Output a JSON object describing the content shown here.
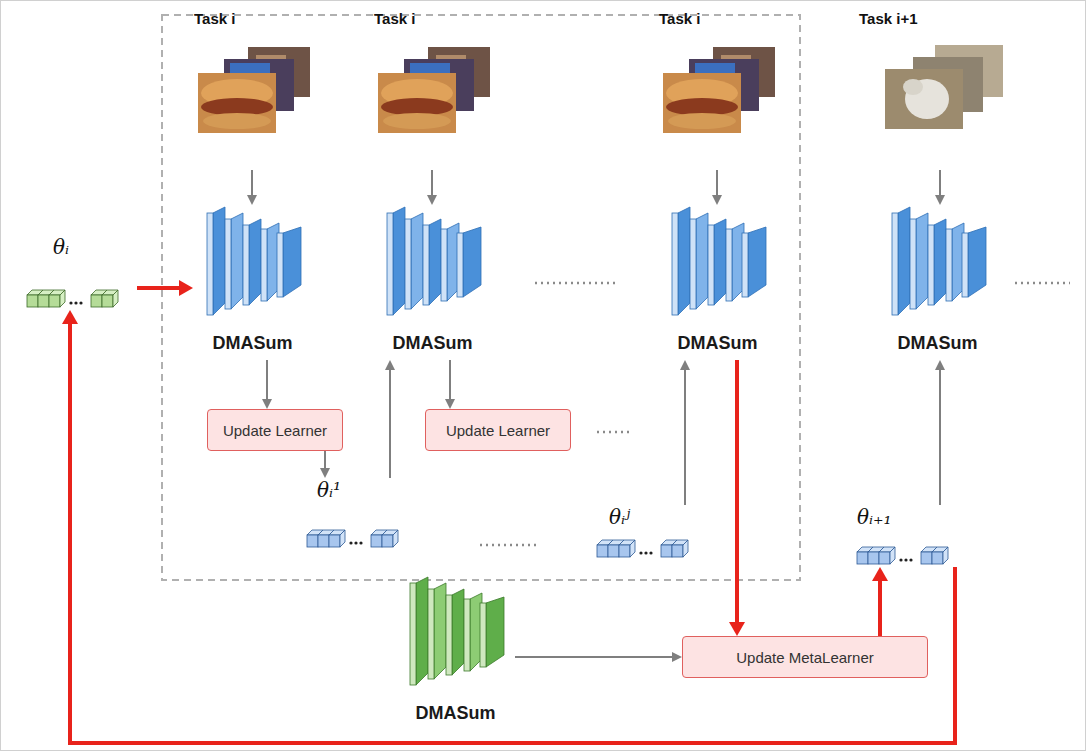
{
  "diagram": {
    "nodes": [
      {
        "text": [
          "Task i"
        ]
      },
      {
        "text": [
          "Task i"
        ]
      },
      {
        "text": [
          "Task i"
        ]
      },
      {
        "text": [
          "Task i+1"
        ]
      },
      {
        "text": [
          "θᵢ"
        ]
      },
      {
        "text": [
          "DMASum"
        ]
      },
      {
        "text": [
          "DMASum"
        ]
      },
      {
        "text": [
          "DMASum"
        ]
      },
      {
        "text": [
          "DMASum"
        ]
      },
      {
        "text": [
          "Update Learner"
        ]
      },
      {
        "text": [
          "Update Learner"
        ]
      },
      {
        "text": [
          "θᵢ¹"
        ]
      },
      {
        "text": [
          "θᵢʲ"
        ]
      },
      {
        "text": [
          "θᵢ₊₁"
        ]
      },
      {
        "text": [
          "DMASum"
        ]
      },
      {
        "text": [
          "Update MetaLearner"
        ]
      }
    ],
    "edges": [
      {
        "from": 0,
        "to": 5,
        "arrow": "to"
      },
      {
        "from": 1,
        "to": 6,
        "arrow": "to"
      },
      {
        "from": 2,
        "to": 7,
        "arrow": "to"
      },
      {
        "from": 3,
        "to": 8,
        "arrow": "to"
      },
      {
        "from": 4,
        "to": 5,
        "arrow": "to"
      },
      {
        "from": 5,
        "to": 9,
        "arrow": "to"
      },
      {
        "from": 9,
        "to": 11,
        "arrow": "to"
      },
      {
        "from": 11,
        "to": 6,
        "arrow": "to"
      },
      {
        "from": 6,
        "to": 10,
        "arrow": "to"
      },
      {
        "from": 12,
        "to": 7,
        "arrow": "to"
      },
      {
        "from": 7,
        "to": 15,
        "arrow": "to"
      },
      {
        "from": 14,
        "to": 15,
        "arrow": "to"
      },
      {
        "from": 15,
        "to": 13,
        "arrow": "to"
      },
      {
        "from": 13,
        "to": 8,
        "arrow": "to"
      },
      {
        "from": 13,
        "to": 4,
        "arrow": "to"
      }
    ]
  }
}
